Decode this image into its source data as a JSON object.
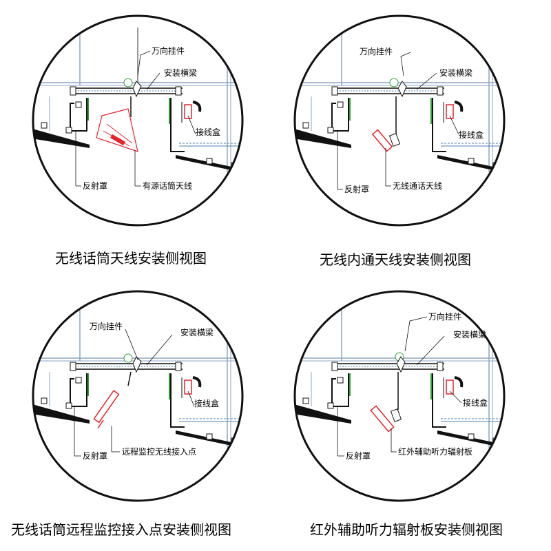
{
  "panels": [
    {
      "caption": "无线话筒天线安装侧视图",
      "labels": {
        "hanger": "万向挂件",
        "beam": "安装横梁",
        "jbox": "接线盒",
        "reflector": "反射罩",
        "device": "有源话筒天线"
      }
    },
    {
      "caption": "无线内通天线安装侧视图",
      "labels": {
        "hanger": "万向挂件",
        "beam": "安装横梁",
        "jbox": "接线盒",
        "reflector": "反射罩",
        "device": "无线通话天线"
      }
    },
    {
      "caption": "无线话筒远程监控接入点安装侧视图",
      "labels": {
        "hanger": "万向挂件",
        "beam": "安装横梁",
        "jbox": "接线盒",
        "reflector": "反射罩",
        "device": "远程监控无线接入点"
      }
    },
    {
      "caption": "红外辅助听力辐射板安装侧视图",
      "labels": {
        "hanger": "万向挂件",
        "beam": "安装横梁",
        "jbox": "接线盒",
        "reflector": "反射罩",
        "device": "红外辅助听力辐射板"
      }
    }
  ],
  "colors": {
    "device": "#e8222a",
    "structure": "#1a1a1a",
    "hatch": "#4a7fb0",
    "wall": "#8aa6c4",
    "reflector_accent": "#2fa12f"
  }
}
